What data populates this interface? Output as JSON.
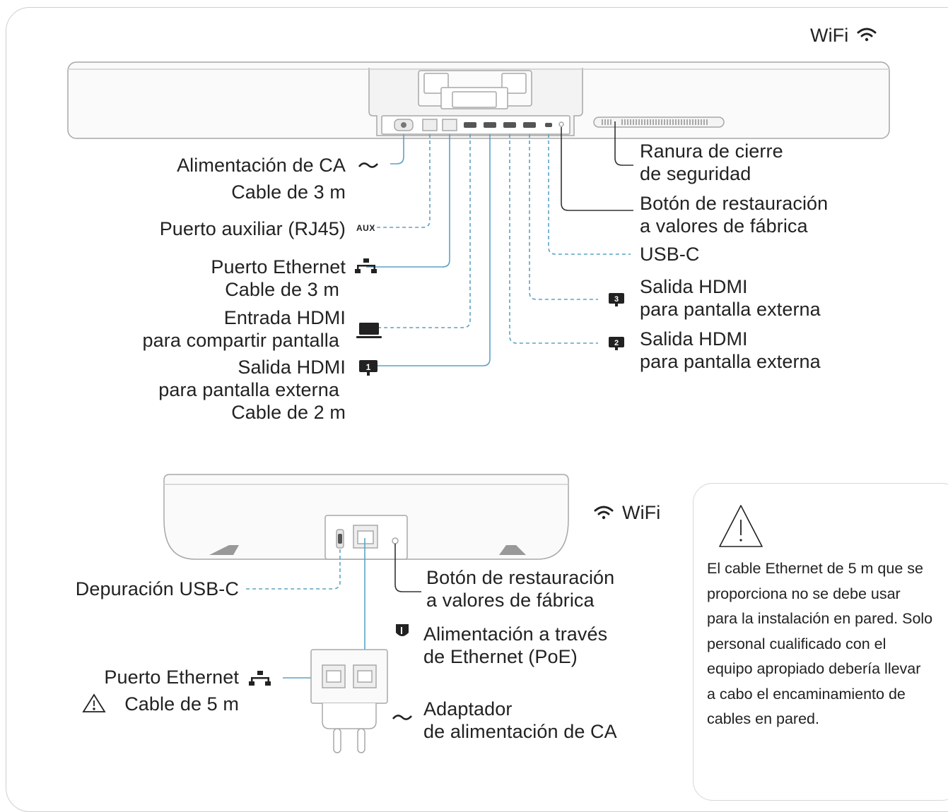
{
  "soundbar": {
    "wifi": "WiFi",
    "labels_left": {
      "ac_power": "Alimentación de CA",
      "ac_cable": "Cable de 3 m",
      "aux_port": "Puerto auxiliar (RJ45)",
      "aux_badge": "AUX",
      "ethernet_port": "Puerto Ethernet",
      "ethernet_cable": "Cable de 3 m",
      "hdmi_in_1": "Entrada HDMI",
      "hdmi_in_2": "para compartir pantalla",
      "hdmi_out1_1": "Salida HDMI",
      "hdmi_out1_2": "para pantalla externa",
      "hdmi_out1_3": "Cable de 2 m"
    },
    "labels_right": {
      "lock_1": "Ranura de cierre",
      "lock_2": "de seguridad",
      "reset_1": "Botón de restauración",
      "reset_2": "a valores de fábrica",
      "usbc": "USB-C",
      "hdmi_out3_1": "Salida HDMI",
      "hdmi_out3_2": "para pantalla externa",
      "hdmi_out2_1": "Salida HDMI",
      "hdmi_out2_2": "para pantalla externa"
    },
    "display_numbers": [
      "1",
      "2",
      "3"
    ]
  },
  "hub": {
    "wifi": "WiFi",
    "debug_usbc": "Depuración USB-C",
    "reset_1": "Botón de restauración",
    "reset_2": "a valores de fábrica",
    "poe_1": "Alimentación a través",
    "poe_2": "de Ethernet (PoE)",
    "ethernet_port": "Puerto Ethernet",
    "ethernet_cable": "Cable de 5 m",
    "adapter_1": "Adaptador",
    "adapter_2": "de alimentación de CA"
  },
  "warning_note": {
    "text": "El cable Ethernet de 5 m que se proporciona no se debe usar para la instalación en pared. Solo personal cualificado con el equipo apropiado debería llevar a cabo el encaminamiento de cables en pared."
  },
  "colors": {
    "cable_line": "#5aa3c4",
    "dark_line": "#333333",
    "device_outline": "#a8a8a8"
  }
}
